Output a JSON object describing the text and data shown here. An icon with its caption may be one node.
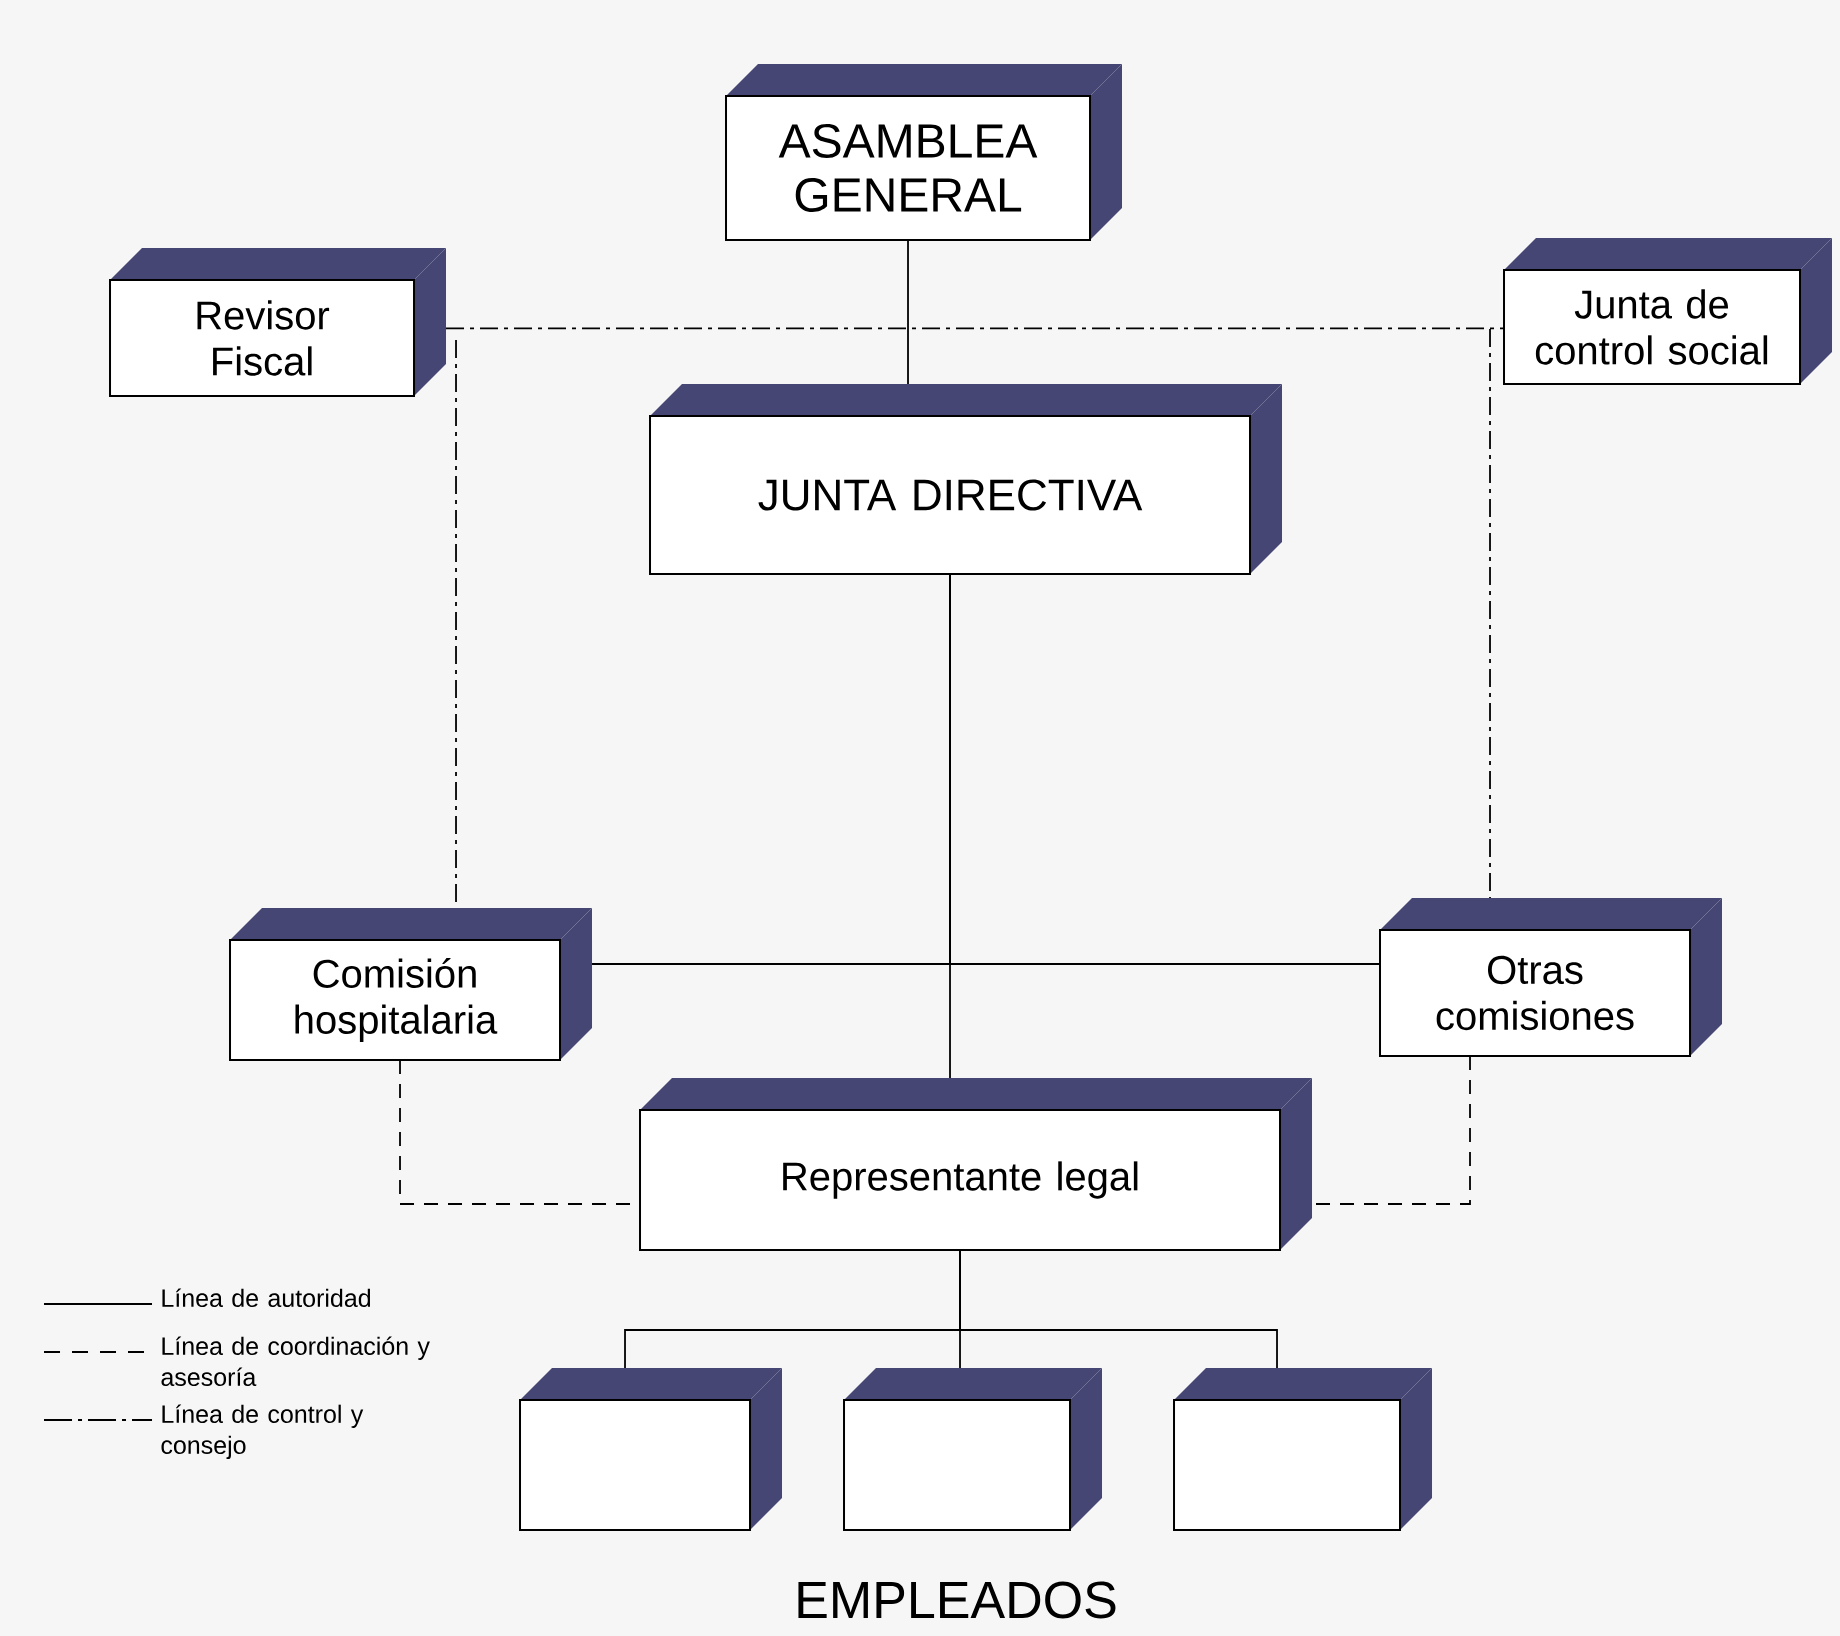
{
  "diagram": {
    "nodes": [
      {
        "text": [
          "ASAMBLEA GENERAL"
        ]
      },
      {
        "text": [
          "Revisor Fiscal"
        ]
      },
      {
        "text": [
          "Junta de control social"
        ]
      },
      {
        "text": [
          "JUNTA DIRECTIVA"
        ]
      },
      {
        "text": [
          "Comisión hospitalaria"
        ]
      },
      {
        "text": [
          "Otras comisiones"
        ]
      },
      {
        "text": [
          "Representante legal"
        ]
      },
      {
        "text": [],
        "shape": "box"
      },
      {
        "text": [],
        "shape": "box"
      },
      {
        "text": [],
        "shape": "box"
      }
    ],
    "edges": [
      {
        "from": 0,
        "to": 3,
        "arrow": "none"
      },
      {
        "from": 1,
        "to": 2,
        "arrow": "none",
        "style": "dashed"
      },
      {
        "from": 3,
        "to": 4,
        "arrow": "none"
      },
      {
        "from": 3,
        "to": 5,
        "arrow": "none"
      },
      {
        "from": 3,
        "to": 6,
        "arrow": "none"
      },
      {
        "from": 1,
        "to": 4,
        "arrow": "none",
        "style": "dashed"
      },
      {
        "from": 2,
        "to": 5,
        "arrow": "none",
        "style": "dashed"
      },
      {
        "from": 4,
        "to": 6,
        "arrow": "none",
        "style": "dashed"
      },
      {
        "from": 5,
        "to": 6,
        "arrow": "none",
        "style": "dashed"
      },
      {
        "from": 6,
        "to": 7,
        "arrow": "none"
      },
      {
        "from": 6,
        "to": 8,
        "arrow": "none"
      },
      {
        "from": 6,
        "to": 9,
        "arrow": "none"
      }
    ],
    "labels": [
      "EMPLEADOS"
    ],
    "legend": [
      {
        "text": "Línea de autoridad"
      },
      {
        "text": "Línea de coordinación y asesoría"
      },
      {
        "text": "Línea de control y consejo"
      }
    ]
  }
}
